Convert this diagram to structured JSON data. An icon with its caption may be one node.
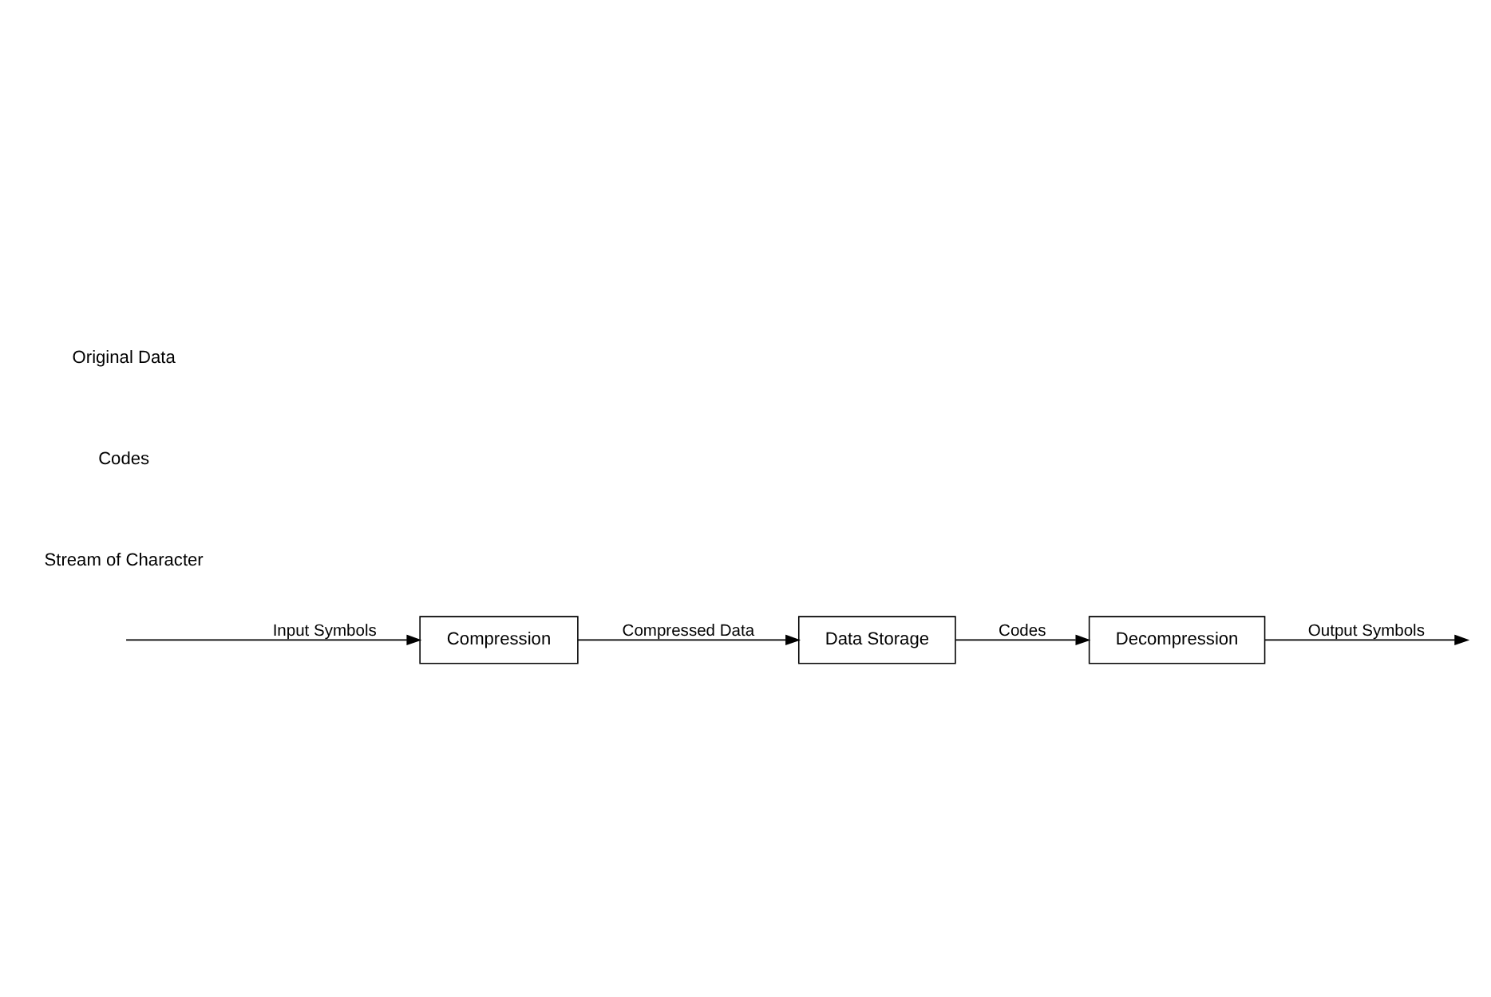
{
  "diagram": {
    "nodes": [
      {
        "text": [
          "Compression"
        ]
      },
      {
        "text": [
          "Data Storage"
        ]
      },
      {
        "text": [
          "Decompression"
        ]
      }
    ],
    "edges": [
      {
        "from": null,
        "to": 0,
        "arrow": "to",
        "label": "Input Symbols"
      },
      {
        "from": 0,
        "to": 1,
        "arrow": "to",
        "label": "Compressed Data"
      },
      {
        "from": 1,
        "to": 2,
        "arrow": "to",
        "label": "Codes"
      },
      {
        "from": 2,
        "to": null,
        "arrow": "to",
        "label": "Output Symbols"
      }
    ],
    "labels": [
      "Stream of Character",
      "Codes",
      "Original Data"
    ]
  }
}
